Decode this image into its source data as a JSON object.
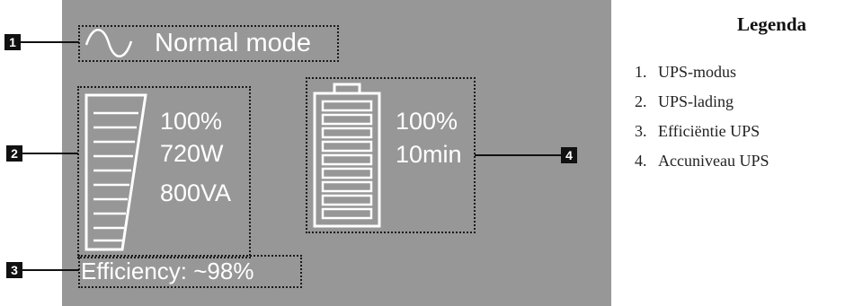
{
  "ups_display": {
    "mode_label": "Normal mode",
    "load": {
      "percent": "100%",
      "watts": "720W",
      "va": "800VA"
    },
    "battery": {
      "percent": "100%",
      "runtime": "10min"
    },
    "efficiency_label": "Efficiency: ~98%",
    "colors": {
      "panel_background": "#979797",
      "display_text": "#ffffff"
    },
    "icons": [
      "sine-wave-icon",
      "ups-load-icon",
      "battery-icon"
    ]
  },
  "callouts": [
    "1",
    "2",
    "3",
    "4"
  ],
  "legend": {
    "title": "Legenda",
    "items": [
      {
        "number": "1.",
        "label": "UPS-modus"
      },
      {
        "number": "2.",
        "label": "UPS-lading"
      },
      {
        "number": "3.",
        "label": "Efficiëntie UPS"
      },
      {
        "number": "4.",
        "label": "Accuniveau UPS"
      }
    ]
  }
}
